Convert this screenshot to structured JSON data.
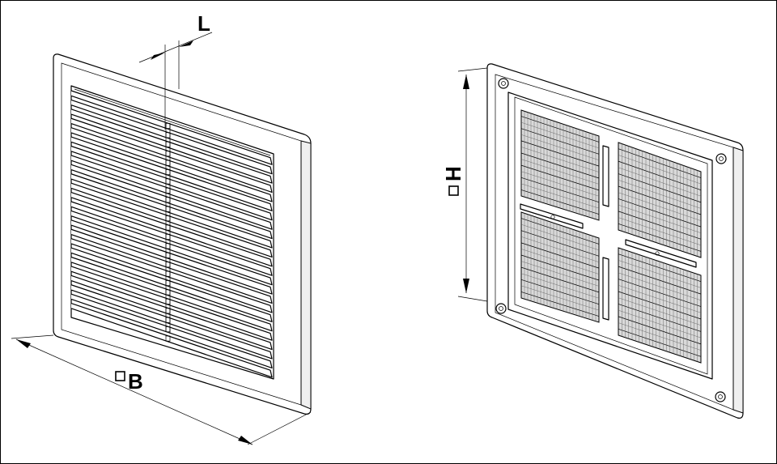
{
  "drawing": {
    "left_grille": {
      "dimension_width_label": "B",
      "dimension_depth_label": "L",
      "louver_count": 24
    },
    "right_grille": {
      "dimension_height_label": "H",
      "mesh_panels": 4,
      "screw_holes": 4
    },
    "colors": {
      "line": "#000000",
      "background": "#ffffff"
    }
  }
}
